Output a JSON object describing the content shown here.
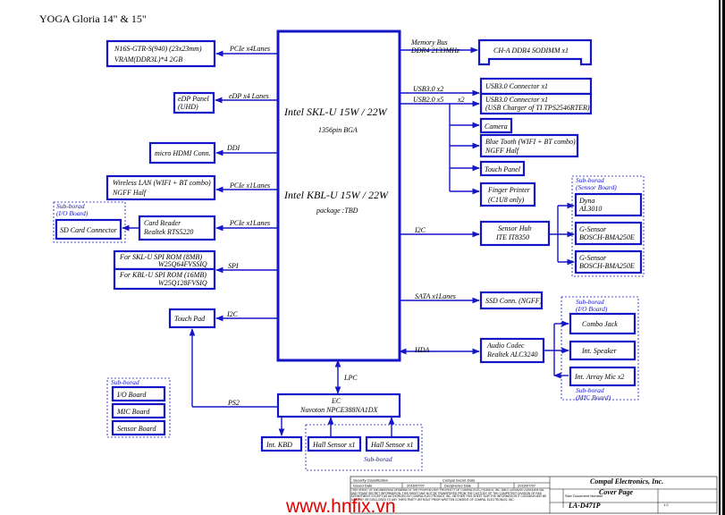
{
  "title": "YOGA Gloria 14\" & 15\"",
  "cpu": {
    "skl": "Intel SKL-U   15W / 22W",
    "bga": "1356pin BGA",
    "kbl": "Intel KBL-U   15W / 22W",
    "package": "package :TBD"
  },
  "gpu": {
    "line1": "N16S-GTR-S(940)  (23x23mm)",
    "line2": "VRAM(DDR3L)*4 2GB",
    "bus": "PCIe x4Lanes"
  },
  "edp": {
    "line1": "eDP Panel",
    "line2": "(UHD)",
    "bus": "eDP x4 Lanes"
  },
  "hdmi": {
    "label": "micro HDMI Conn.",
    "bus": "DDI"
  },
  "wlan": {
    "line1": "Wireless LAN (WIFI + BT combo)",
    "line2": "NGFF Half",
    "bus": "PCIe x1Lanes"
  },
  "io_board_left": {
    "title1": "Sub-borad",
    "title2": "(I/O Board)",
    "sd": "SD Card Connector"
  },
  "card_reader": {
    "line1": "Card Reader",
    "line2": "Realtek  RTS5220",
    "bus": "PCIe x1Lanes"
  },
  "spi_rom": {
    "r1a": "For SKL-U   SPI ROM (8MB)",
    "r1b": "W25Q64FVSSIQ",
    "r2a": "For KBL-U   SPI ROM (16MB)",
    "r2b": "W25Q128FVSIQ",
    "bus": "SPI"
  },
  "touchpad": {
    "label": "Touch Pad",
    "bus": "I2C"
  },
  "sub_list": {
    "title": "Sub-borad",
    "items": [
      "I/O Board",
      "MIC Board",
      "Sensor Board"
    ]
  },
  "memory": {
    "bus1": "Memory Bus",
    "bus2": "DDR4 2133MHz",
    "label": "CH-A DDR4 SODIMM x1"
  },
  "usb": {
    "bus1": "USB3.0  x2",
    "bus2": "USB2.0  x5",
    "x2": "x2",
    "c1": "USB3.0 Connector x1",
    "c2a": "USB3.0 Connector x1",
    "c2b": "(USB Charger of TI TPS2546RTER)",
    "camera": "Camera",
    "bt1": "Blue Tooth (WIFI + BT combo)",
    "bt2": "NGFF Half",
    "touch_panel": "Touch Panel",
    "fp1": "Finger Printer",
    "fp2": "(C1U8 only)"
  },
  "sensor": {
    "bus": "I2C",
    "hub1": "Sensor Hub",
    "hub2": "ITE IT8350",
    "sub1": "Sub-borad",
    "sub2": "(Sensor Board)",
    "dyna1": "Dyna",
    "dyna2": "AL3010",
    "g1a": "G-Sensor",
    "g1b": "BOSCH-BMA250E",
    "g2a": "G-Sensor",
    "g2b": "BOSCH-BMA250E"
  },
  "ssd": {
    "bus": "SATA x1Lanes",
    "label": "SSD Conn. (NGFF)"
  },
  "audio": {
    "bus": "HDA",
    "codec1": "Audio Codec",
    "codec2": "Realtek ALC3240",
    "io1": "Sub-borad",
    "io2": "(I/O Board)",
    "jack": "Combo Jack",
    "speaker": "Int. Speaker",
    "mic": "Int. Array Mic x2",
    "mic_sub1": "Sub-borad",
    "mic_sub2": "(MIC Board)"
  },
  "ec": {
    "lpc": "LPC",
    "ps2": "PS2",
    "line1": "EC",
    "line2": "Nuvoton   NPCE388NA1DX",
    "kbd": "Int. KBD",
    "hall1": "Hall Sensor x1",
    "hall2": "Hall Sensor x1",
    "sub": "Sub-borad"
  },
  "titleblock": {
    "security": "Security  Classification",
    "secret": "Compal Secret Data",
    "issued": "Issued Date",
    "issued_date": "2016/07/07",
    "deciphered": "Deciphered Date",
    "deciphered_date": "2016/07/07",
    "company": "Compal Electronics, Inc.",
    "sheet_title": "Cover Page",
    "docnum_label": "Size  Document Number",
    "docnum": "LA-D471P",
    "rev": "1.0",
    "notice": "THIS SHEET OF ENGINEERING DRAWING IS THE PROPRIETARY PROPERTY OF COMPAL ELECTRONICS, INC. AND CONTAINS CONFIDENTIAL AND TRADE SECRET INFORMATION. THIS SHEET MAY NOT BE TRANSFERED FROM THE CUSTODY OF THE COMPETENT DIVISION OF R&D DEPARTMENT EXCEPT AS AUTHORIZED BY COMPAL ELECTRONICS, INC. NEITHER THIS SHEET NOR THE INFORMATION IT CONTAINS MAY BE USED BY OR DISCLOSED TO ANY THIRD PARTY WITHOUT PRIOR WRITTEN CONSENT OF COMPAL ELECTRONICS, INC."
  },
  "watermark": "www.hnfix.vn"
}
